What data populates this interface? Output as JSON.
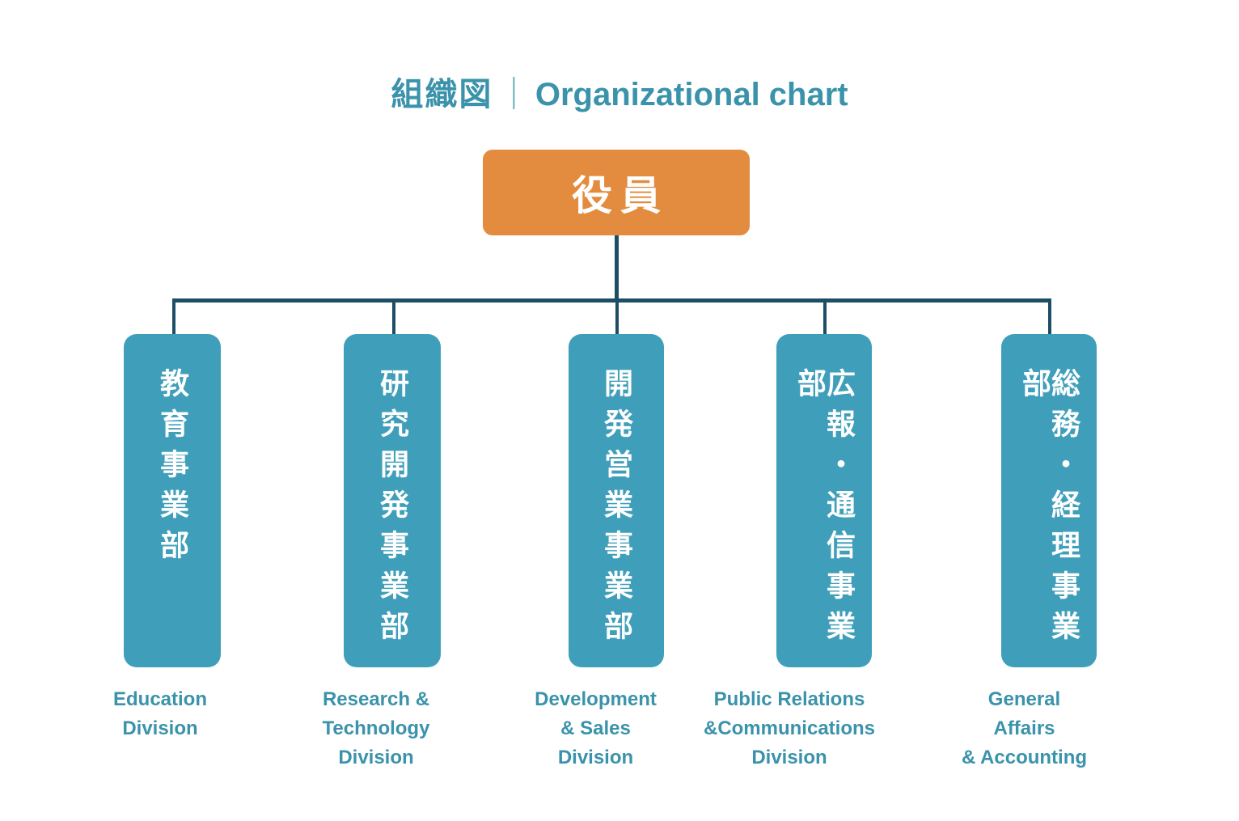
{
  "title": {
    "japanese": "組織図",
    "separator": "｜",
    "english": "Organizational chart"
  },
  "colors": {
    "title_text": "#3a93ab",
    "root_box": "#e38c3f",
    "root_text": "#ffffff",
    "dept_box": "#3f9fba",
    "dept_text": "#ffffff",
    "connector_line": "#1d4e66",
    "caption_text": "#3a93ab",
    "background": "#ffffff"
  },
  "root": {
    "label": "役員"
  },
  "departments": [
    {
      "japanese": "教育事業部",
      "english": "Education\nDivision"
    },
    {
      "japanese": "研究開発事業部",
      "english": "Research &\nTechnology\nDivision"
    },
    {
      "japanese": "開発営業事業部",
      "english": "Development\n& Sales\nDivision"
    },
    {
      "japanese": "広報・通信事業部",
      "english": "Public Relations\n&Communications\nDivision"
    },
    {
      "japanese": "総務・経理事業部",
      "english": "General\nAffairs\n& Accounting"
    }
  ],
  "chart_data": {
    "type": "tree",
    "title": "組織図｜Organizational chart",
    "root": "役員",
    "children": [
      "教育事業部",
      "研究開発事業部",
      "開発営業事業部",
      "広報・通信事業部",
      "総務・経理事業部"
    ]
  }
}
